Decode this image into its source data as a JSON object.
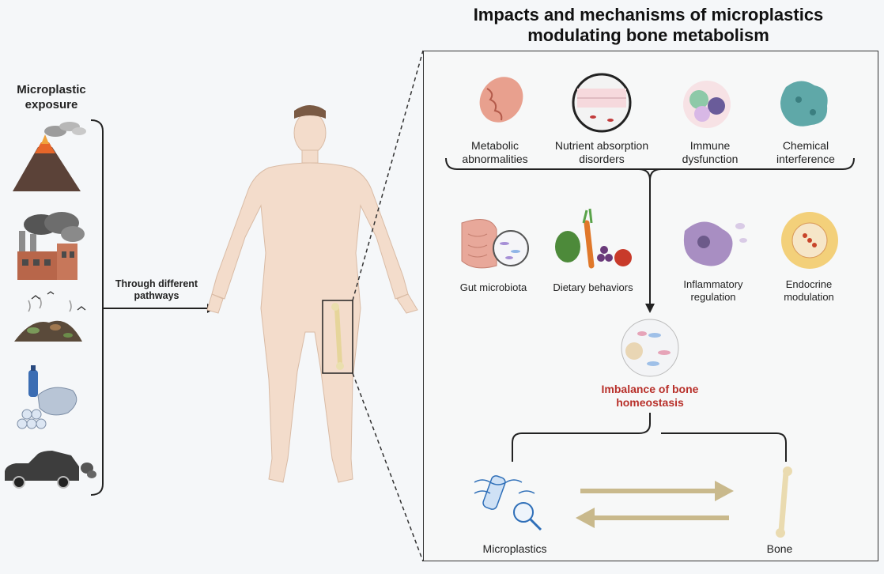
{
  "title": "Impacts and mechanisms of microplastics modulating bone metabolism",
  "left": {
    "title": "Microplastic exposure",
    "pathway": "Through different pathways",
    "sources": [
      "volcano-icon",
      "factory-icon",
      "landfill-icon",
      "plastic-waste-icon",
      "car-exhaust-icon"
    ]
  },
  "mechanisms": {
    "metabolic": "Metabolic abnormalities",
    "nutrient": "Nutrient absorption disorders",
    "immune": "Immune dysfunction",
    "chemical": "Chemical interference"
  },
  "pathways": {
    "gut": "Gut microbiota",
    "diet": "Dietary behaviors",
    "inflammatory": "Inflammatory regulation",
    "endocrine": "Endocrine modulation"
  },
  "outcome": "Imbalance of bone homeostasis",
  "bottom": {
    "microplastics": "Microplastics",
    "bone": "Bone"
  },
  "colors": {
    "accent_red": "#b8302a",
    "arrow_tan": "#c9b98c",
    "skin": "#f3dccb"
  }
}
